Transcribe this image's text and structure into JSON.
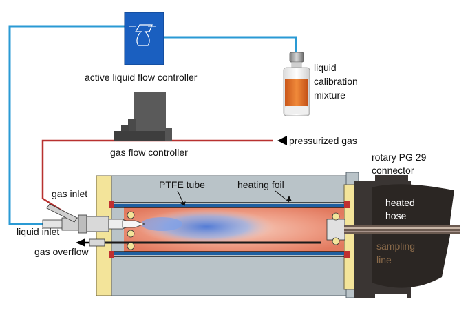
{
  "labels": {
    "active_flow_controller": "active liquid flow controller",
    "liquid_line1": "liquid",
    "liquid_line2": "calibration",
    "liquid_line3": "mixture",
    "gas_flow_controller": "gas flow controller",
    "pressurized_gas": "pressurized gas",
    "rotary_line1": "rotary PG 29",
    "rotary_line2": "connector",
    "ptfe_tube": "PTFE tube",
    "heating_foil": "heating foil",
    "gas_inlet": "gas inlet",
    "heated_line1": "heated",
    "heated_line2": "hose",
    "liquid_inlet": "liquid inlet",
    "sampling_line1": "sampling",
    "sampling_line2": "line",
    "gas_overflow": "gas overflow"
  },
  "colors": {
    "liquid_line": "#2a9ad4",
    "gas_line": "#b8312f",
    "controller_blue": "#1a5fc0",
    "housing_gray": "#b9c3c8",
    "flange_yellow": "#f3e49a",
    "hose_dark": "#2b2623",
    "heating_foil": "#1f5fa0",
    "vial_orange": "#e06a1f"
  }
}
